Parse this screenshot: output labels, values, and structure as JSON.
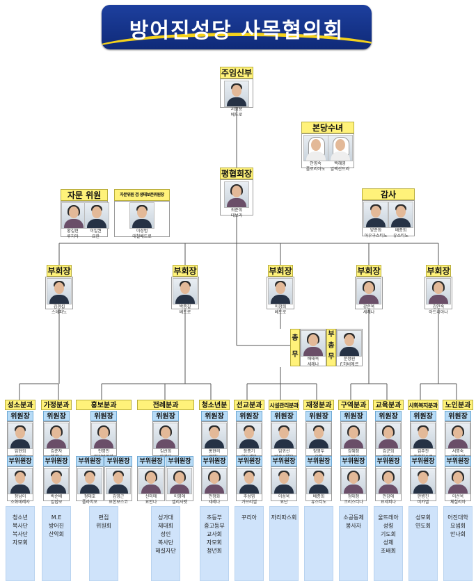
{
  "title": "방어진성당 사목협의회",
  "pastor": {
    "role": "주임신부",
    "name": "서정용",
    "sub": "베드로"
  },
  "nuns": {
    "role": "본당수녀",
    "people": [
      {
        "name": "안영숙",
        "sub": "플로리아노"
      },
      {
        "name": "백혜영",
        "sub": "알렉산드라"
      }
    ]
  },
  "president": {
    "role": "평협회장",
    "name": "최춘희",
    "sub": "데보라"
  },
  "advisors": {
    "role": "자문 위원",
    "people": [
      {
        "name": "황길현",
        "sub": "루치아"
      },
      {
        "name": "이일권",
        "sub": "요한"
      }
    ]
  },
  "eco": {
    "role": "자문위원 겸 생태보존위원장",
    "name": "이성범",
    "sub": "대철베드로"
  },
  "audit": {
    "role": "감사",
    "people": [
      {
        "name": "양춘화",
        "sub": "아우구스티노"
      },
      {
        "name": "배종희",
        "sub": "유스티노"
      }
    ]
  },
  "vice_label": "부회장",
  "vices": [
    {
      "name": "김경섭",
      "sub": "스테파노"
    },
    {
      "name": "박종길",
      "sub": "베드로"
    },
    {
      "name": "이창희",
      "sub": "베드로"
    },
    {
      "name": "강순옥",
      "sub": "세레나"
    },
    {
      "name": "김인숙",
      "sub": "아드리아나"
    }
  ],
  "secretary": {
    "role": "총무",
    "name": "배태옥",
    "sub": "세레나"
  },
  "vsecretary": {
    "role": "부총무",
    "name": "문정원",
    "sub": "F.하비에르"
  },
  "chief_label": "위원장",
  "vchief_label": "부위원장",
  "divisions": [
    {
      "title": "성소분과",
      "chief": {
        "name": "임현희",
        "sub": "마태오"
      },
      "vchiefs": [
        {
          "name": "정남이",
          "sub": "소화데레사"
        }
      ],
      "groups": [
        "청소년",
        "복사단",
        "",
        "복사단",
        "자모회"
      ]
    },
    {
      "title": "가정분과",
      "chief": {
        "name": "김춘자",
        "sub": "헬레나"
      },
      "vchiefs": [
        {
          "name": "박순배",
          "sub": "일립보"
        }
      ],
      "groups": [
        "M.E",
        "방어진",
        "산악회"
      ]
    },
    {
      "title": "홍보분과",
      "chief": {
        "name": "전명인",
        "sub": "마리비앙카"
      },
      "vchiefs": [
        {
          "name": "정태호",
          "sub": "플라치오"
        },
        {
          "name": "김영근",
          "sub": "요한보스코"
        }
      ],
      "groups": [
        "편집",
        "위원회"
      ]
    },
    {
      "title": "전례분과",
      "chief": {
        "name": "김선희",
        "sub": "아가다"
      },
      "vchiefs": [
        {
          "name": "신미애",
          "sub": "요안나"
        },
        {
          "name": "이영애",
          "sub": "엘리사벳"
        }
      ],
      "groups": [
        "성가대",
        "",
        "제대회",
        "",
        "성인",
        "복사단",
        "",
        "해설자단"
      ]
    },
    {
      "title": "청소년분과",
      "chief": {
        "name": "홍현의",
        "sub": "로마노"
      },
      "vchiefs": [
        {
          "name": "안정화",
          "sub": "세레나"
        }
      ],
      "groups": [
        "초등부",
        "",
        "중고등부",
        "",
        "교사회",
        "",
        "자모회",
        "",
        "청년회"
      ]
    },
    {
      "title": "선교분과",
      "chief": {
        "name": "장종기",
        "sub": "안드레아"
      },
      "vchiefs": [
        {
          "name": "추성엽",
          "sub": "가브리엘"
        }
      ],
      "groups": [
        "꾸리아"
      ]
    },
    {
      "title": "시설관리분과",
      "chief": {
        "name": "임귀선",
        "sub": "바르시메오"
      },
      "vchiefs": [
        {
          "name": "이성욱",
          "sub": "요난"
        }
      ],
      "groups": [
        "까리따스회"
      ]
    },
    {
      "title": "재정분과",
      "chief": {
        "name": "정영두",
        "sub": "요한"
      },
      "vchiefs": [
        {
          "name": "배종희",
          "sub": "유스티노"
        }
      ],
      "groups": []
    },
    {
      "title": "구역분과",
      "chief": {
        "name": "강혜정",
        "sub": "실비아"
      },
      "vchiefs": [
        {
          "name": "정태정",
          "sub": "크리스티나"
        }
      ],
      "groups": [
        "소공동체",
        "봉사자"
      ]
    },
    {
      "title": "교육분과",
      "chief": {
        "name": "김군희",
        "sub": "아네스"
      },
      "vchiefs": [
        {
          "name": "안강애",
          "sub": "요세피나"
        }
      ],
      "groups": [
        "울뜨레아",
        "",
        "성령",
        "기도회",
        "",
        "성체",
        "조배회"
      ]
    },
    {
      "title": "사회복지분과",
      "chief": {
        "name": "김주찬",
        "sub": "프란치스코"
      },
      "vchiefs": [
        {
          "name": "한병진",
          "sub": "미카엘"
        }
      ],
      "groups": [
        "성모회",
        "",
        "연도회"
      ]
    },
    {
      "title": "노인분과",
      "chief": {
        "name": "서명숙",
        "sub": "글로리아"
      },
      "vchiefs": [
        {
          "name": "이선옥",
          "sub": "체칠리아"
        }
      ],
      "groups": [
        "어진대학",
        "",
        "요셉회",
        "",
        "안나회"
      ]
    }
  ],
  "colors": {
    "header": "#fff27a",
    "subheader": "#b7dbf6",
    "group_box": "#cfe3fa",
    "banner": "#1d3f9e",
    "accent": "#f4d21c"
  }
}
